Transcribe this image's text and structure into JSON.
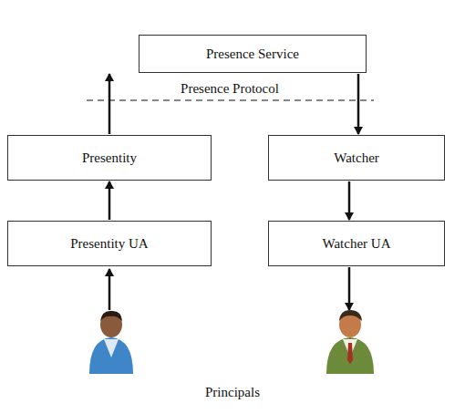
{
  "diagram": {
    "nodes": [
      {
        "text": [
          "Presence Service"
        ]
      },
      {
        "text": [
          "Presentity"
        ]
      },
      {
        "text": [
          "Watcher"
        ]
      },
      {
        "text": [
          "Presentity UA"
        ]
      },
      {
        "text": [
          "Watcher UA"
        ]
      }
    ],
    "edges": [
      {
        "from": 1,
        "to": 0,
        "arrow": "to"
      },
      {
        "from": 0,
        "to": 2,
        "arrow": "to"
      },
      {
        "from": 3,
        "to": 1,
        "arrow": "to"
      },
      {
        "from": 2,
        "to": 4,
        "arrow": "to"
      }
    ],
    "labels": [
      "Presence Protocol",
      "Principals"
    ]
  }
}
